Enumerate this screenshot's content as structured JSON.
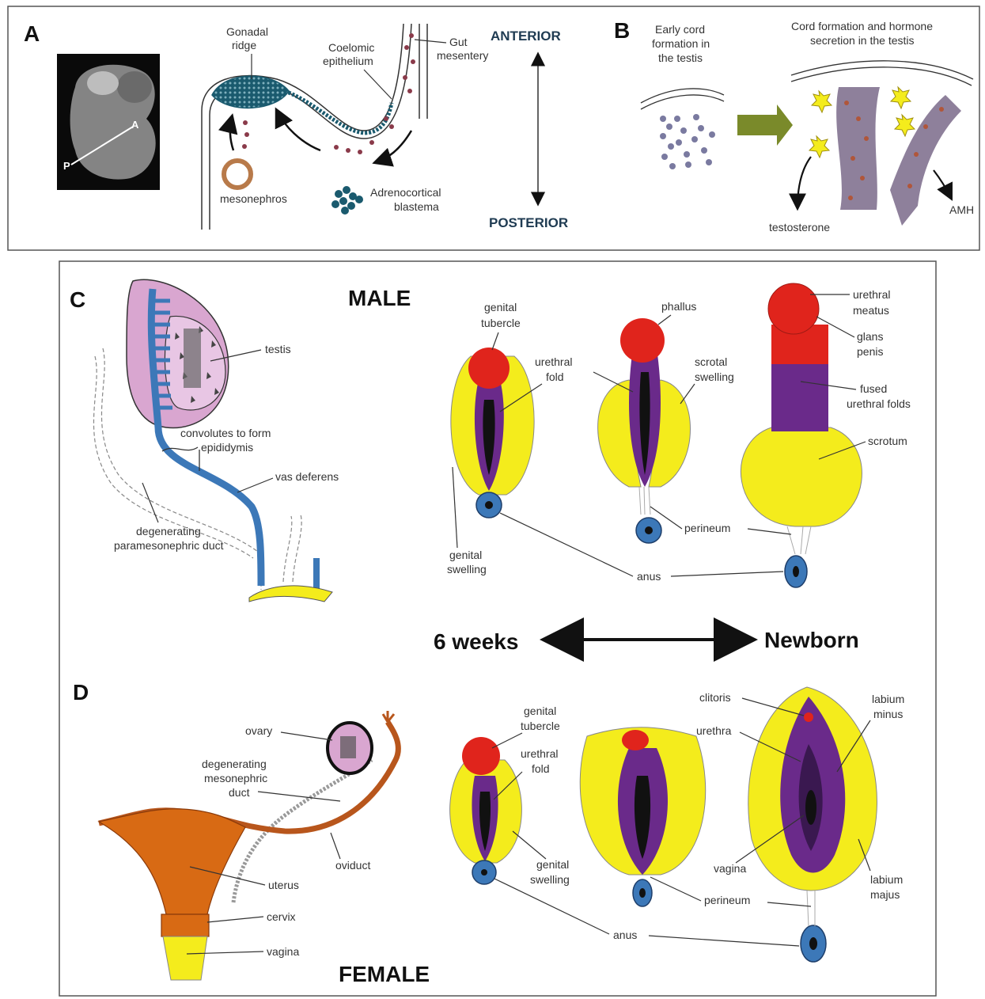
{
  "panels": {
    "a": "A",
    "b": "B",
    "c": "C",
    "d": "D"
  },
  "panel_a": {
    "embryo_point_a": "A",
    "embryo_point_p": "P",
    "gonadal_ridge": [
      "Gonadal",
      "ridge"
    ],
    "coelomic_epithelium": [
      "Coelomic",
      "epithelium"
    ],
    "gut_mesentery": [
      "Gut",
      "mesentery"
    ],
    "mesonephros": "mesonephros",
    "adrenocortical_blastema": [
      "Adrenocortical",
      "blastema"
    ],
    "anterior": "ANTERIOR",
    "posterior": "POSTERIOR"
  },
  "panel_b": {
    "early_cord": [
      "Early cord",
      "formation in",
      "the testis"
    ],
    "cord_formation": [
      "Cord formation and hormone",
      "secretion in the testis"
    ],
    "testosterone": "testosterone",
    "amh": "AMH"
  },
  "panel_c": {
    "title": "MALE",
    "testis": "testis",
    "convolutes": [
      "convolutes to form",
      "epididymis"
    ],
    "vas_deferens": "vas deferens",
    "degenerating_paramesonephric": [
      "degenerating",
      "paramesonephric duct"
    ],
    "genital_tubercle": [
      "genital",
      "tubercle"
    ],
    "urethral_fold": [
      "urethral",
      "fold"
    ],
    "genital_swelling": [
      "genital",
      "swelling"
    ],
    "phallus": "phallus",
    "scrotal_swelling": [
      "scrotal",
      "swelling"
    ],
    "perineum": "perineum",
    "anus": "anus",
    "urethral_meatus": [
      "urethral",
      "meatus"
    ],
    "glans_penis": [
      "glans",
      "penis"
    ],
    "fused_urethral_folds": [
      "fused",
      "urethral folds"
    ],
    "scrotum": "scrotum"
  },
  "timeline": {
    "start": "6 weeks",
    "end": "Newborn"
  },
  "panel_d": {
    "title": "FEMALE",
    "ovary": "ovary",
    "degenerating_mesonephric": [
      "degenerating",
      "mesonephric",
      "duct"
    ],
    "oviduct": "oviduct",
    "uterus": "uterus",
    "cervix": "cervix",
    "vagina_internal": "vagina",
    "genital_tubercle": [
      "genital",
      "tubercle"
    ],
    "urethral_fold": [
      "urethral",
      "fold"
    ],
    "genital_swelling": [
      "genital",
      "swelling"
    ],
    "perineum": "perineum",
    "anus": "anus",
    "clitoris": "clitoris",
    "urethra": "urethra",
    "vagina": "vagina",
    "labium_minus": [
      "labium",
      "minus"
    ],
    "labium_majus": [
      "labium",
      "majus"
    ]
  },
  "colors": {
    "yellow": "#f4ec1c",
    "red": "#e0241c",
    "purple": "#6a2a8a",
    "blue": "#3c78b8",
    "pink": "#d9a6d0",
    "orange": "#d86a14",
    "brown": "#b8561c",
    "teal": "#1a5a6e",
    "olive": "#7a8a2a",
    "navy": "#1f3b52"
  }
}
